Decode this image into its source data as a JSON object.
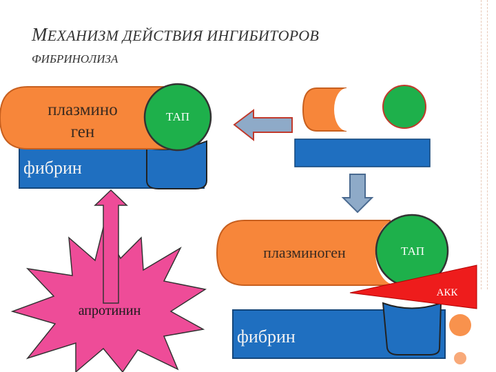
{
  "title": {
    "line1_cap": "М",
    "line1_rest": "ЕХАНИЗМ ДЕЙСТВИЯ ИНГИБИТОРОВ",
    "line2": "ФИБРИНОЛИЗА"
  },
  "left_group": {
    "plasminogen_line1": "плазмино",
    "plasminogen_line2": "ген",
    "tap": "ТАП",
    "fibrin": "фибрин"
  },
  "right_group": {
    "plasminogen": "плазминоген",
    "tap": "ТАП",
    "akk": "АКК",
    "fibrin": "фибрин"
  },
  "inhibitor": {
    "aprotinin": "апротинин"
  },
  "colors": {
    "orange": "#f7863a",
    "blue": "#1f6fc0",
    "green": "#1eb04b",
    "red": "#ee1c1c",
    "pink": "#ee4c98",
    "arrow_gray": "#8eaac8"
  }
}
